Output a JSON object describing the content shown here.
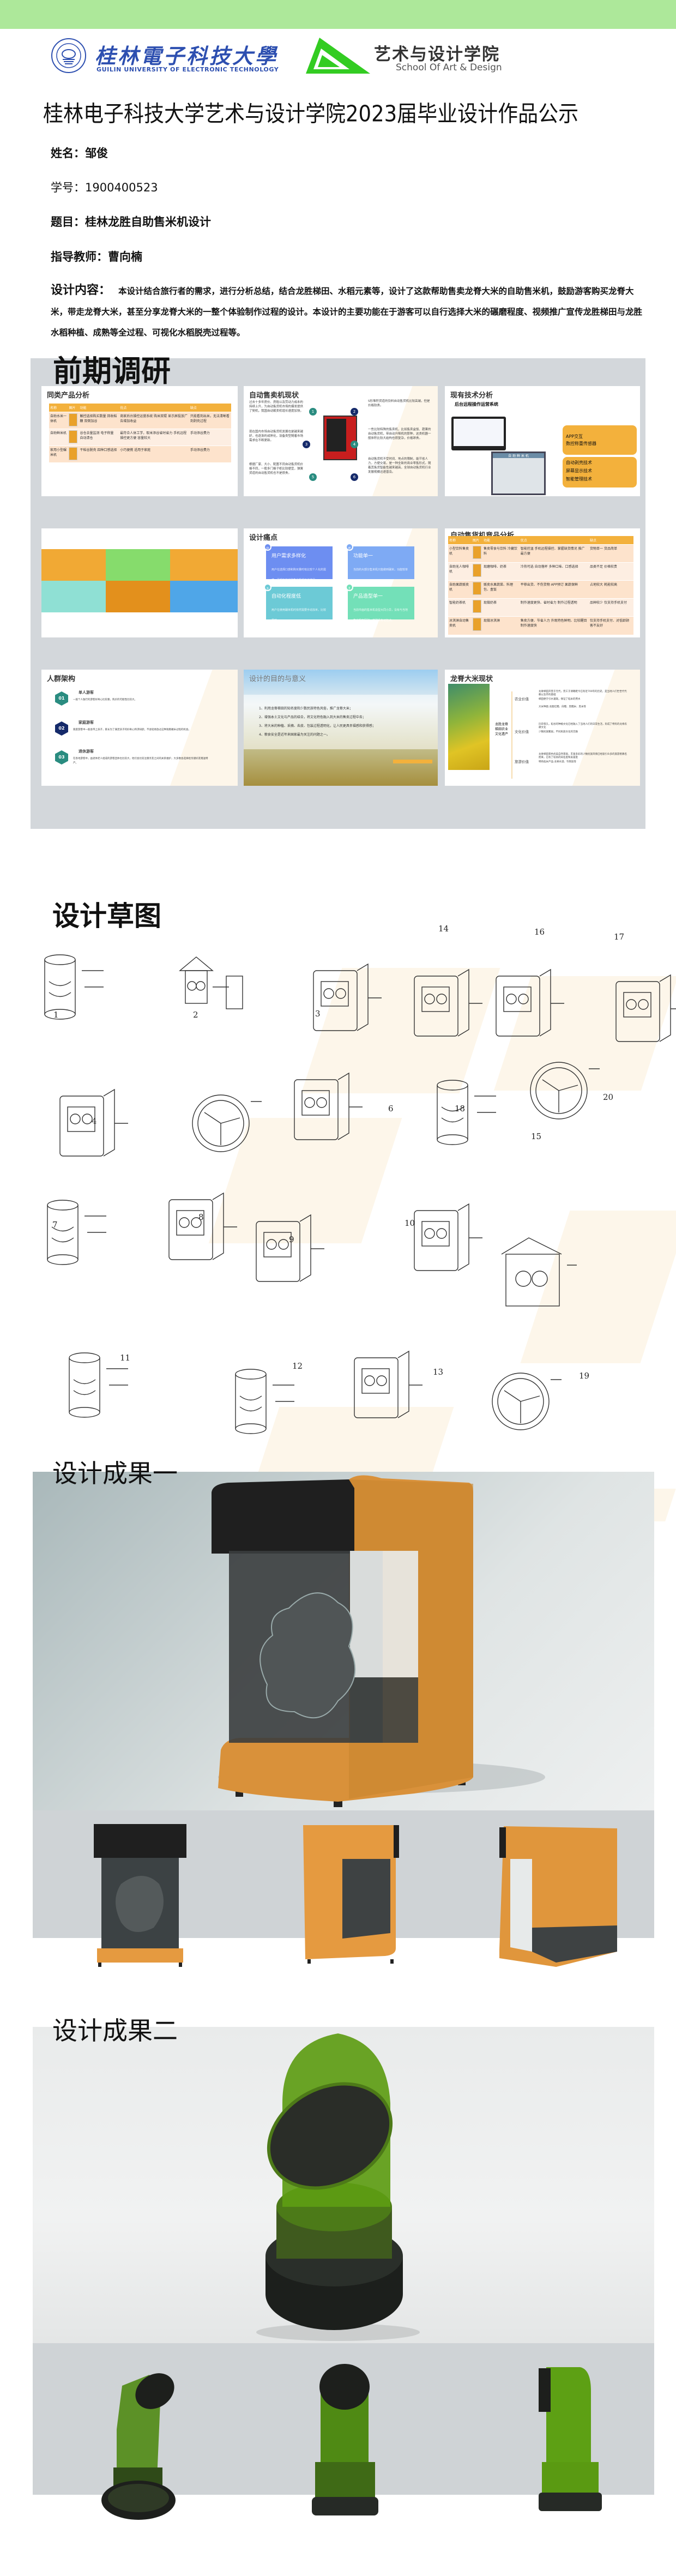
{
  "header": {
    "university_cn": "桂林電子科技大學",
    "university_en": "GUILIN UNIVERSITY OF ELECTRONIC TECHNOLOGY",
    "school_cn": "艺术与设计学院",
    "school_en": "School Of Art & Design",
    "title": "桂林电子科技大学艺术与设计学院2023届毕业设计作品公示"
  },
  "info": {
    "name": "姓名：邹俊",
    "student_id": "学号：1900400523",
    "topic": "题目：桂林龙胜自助售米机设计",
    "advisor": "指导教师：曹向楠",
    "content_label": "设计内容：",
    "content_text": "本设计结合旅行者的需求，进行分析总结，结合龙胜梯田、水稻元素等，设计了这款帮助售卖龙脊大米的自助售米机，鼓励游客购买龙脊大米，带走龙脊大米，甚至分享龙脊大米的一整个体验制作过程的设计。本设计的主要功能在于游客可以自行选择大米的碾磨程度、视频推广宣传龙胜梯田与龙胜水稻种植、成熟等全过程、可视化水稻脱壳过程等。"
  },
  "research": {
    "heading": "前期调研",
    "similar": {
      "title": "同类产品分析",
      "headers": [
        "名称",
        "图片",
        "功能",
        "优点",
        "缺点"
      ],
      "rows": [
        [
          "自助水米一体机",
          "",
          "触控选择购买数量 回收稻糠 双倒加谷",
          "商家后台操控运营系统 购米双辊 显示屏投放广告增加收益",
          "只能看到出米，无法清晰看到剥壳过程"
        ],
        [
          "自助鲜米机",
          "",
          "谷仓余量监测 电子称量 自动清仓",
          "最符合人体工学，取米添谷省时省力 手机远程操控更方便 容量较大",
          "手动添谷费力"
        ],
        [
          "家用小型碾米机",
          "",
          "干稻谷脱壳 四种口感选择",
          "小巧便携 适用于家庭",
          "手动添谷费力"
        ]
      ]
    },
    "vending": {
      "title": "自动售卖机现状",
      "points": [
        {
          "n": "1",
          "text": "过去十多年房价、房租以及劳动力成本的持续上升，为自动售货机市场的爆发提供了契机，我国自动贩卖机增长速度加快。"
        },
        {
          "n": "2",
          "text": "S形堆积货道的饮料自动售货机比较高端，但是价格较贵。"
        },
        {
          "n": "3",
          "text": "现在国内市场自动售货机发展也是越来越好，也逐渐的成熟化，设备类型随着市场需求在不断更新。"
        },
        {
          "n": "4",
          "text": "一些比较特殊的售卖机，比如售卖盒饭、蔬果的自动售货机，带自动升降机的那种，这类机器一般体积比较大结构也很复杂，价格昂贵。"
        },
        {
          "n": "5",
          "text": "根据厂家、大小、配置不同自动售货机价格不同，一般多门格子柜比较便宜，弹簧货道的自动售货机也不是很贵。"
        },
        {
          "n": "6",
          "text": "自动售货机不受时间、地点的限制，能节省人力，方便交易，是一种全新的商业零售形式。随着其售货智能性越来越高，全球自动售货机行业发展规模迅速普及。"
        }
      ]
    },
    "tech": {
      "title": "现有技术分析",
      "subtitle": "后台远程操作运营系统",
      "box1": [
        "APP交互",
        "数控称重传感器"
      ],
      "box2": [
        "自动剥壳技术",
        "屏幕显示技术",
        "智能管理技术"
      ],
      "kiosk_label": "自 助 鲜 米 机"
    },
    "pain": {
      "title": "设计痛点",
      "cards": [
        {
          "badge": "p",
          "title": "用户需求多样化",
          "text": "用户在选择口感和购买量时有比较个人化的需求，而现有的自助售米机却无法满足。"
        },
        {
          "badge": "e",
          "title": "功能单一",
          "text": "当前的大部分售米机只能做到碾米，功能较单一。"
        },
        {
          "badge": "s",
          "title": "自动化程度低",
          "text": "用户在使用碾米机时依然需要手动加米，比较费劲。"
        },
        {
          "badge": "t",
          "title": "产品造型单一",
          "text": "当前市面的售米机造型大同小异，没有与当地售米机有区别，造型没有记忆点。"
        }
      ]
    },
    "competitor": {
      "title": "自动售货机竞品分析",
      "headers": [
        "名称",
        "图片",
        "功能",
        "优点",
        "缺点"
      ],
      "rows": [
        [
          "小型饮料售卖机",
          "",
          "售卖零食与饮料 冷藏饮料",
          "智能控温 手机远程操控、掌握缺货情况 推广最方便",
          "货物单一 货品简单"
        ],
        [
          "自助无人咖啡机",
          "",
          "现磨咖啡、奶茶",
          "冷热可选 自动落杯 多种口味、口感选择",
          "品类不足 价格较贵"
        ],
        [
          "自助果蔬贩卖机",
          "",
          "贩卖水果蔬菜、料理包、盒饭",
          "平移出货、不伤货物 APP预订 果蔬保鲜",
          "占地较大 耗能较高"
        ],
        [
          "智能奶茶机",
          "",
          "现做奶茶",
          "制作速度更快、省时省力 制作过程透明",
          "品种较少 仅支持手机支付"
        ],
        [
          "冰淇淋自动售卖机",
          "",
          "现做冰淇淋",
          "售卖方便、节省人力 外观特色鲜明、比较醒目 制作速度快",
          "仅支持手机支付、对低龄顾客不友好"
        ]
      ]
    },
    "crowd": {
      "title": "人群架构",
      "items": [
        {
          "n": "01",
          "title": "单人游客",
          "text": "一般个人独行的游客好奇心比较重，购买的可能性比较大。"
        },
        {
          "n": "02",
          "title": "家庭游客",
          "text": "家庭游客中一般会带上孩子，家长为了满足孩子的好奇心和求知欲，不会轻易放过这种观看碾米过程的机会。"
        },
        {
          "n": "03",
          "title": "退休游客",
          "text": "在各地游客中，由退休老人组成的游客团体也比较大，他们会比较注重亲友之间的关系维护，大多数会选择给亲朋好友赠送特产。"
        }
      ]
    },
    "purpose": {
      "title": "设计的目的与意义",
      "items": [
        "1、利用龙脊梯田的知名度和少数民族特色风俗，推广龙脊大米；",
        "2、增强本土文化与产品的结合，将文化特色融入到大米的售卖过程中去；",
        "3、将大米的种植、采摘、去皮、包装过程透明化，让人民更具幸福感和获得感；",
        "4、粮食安全是近年来国家最为关注的问题之一。"
      ]
    },
    "longji": {
      "title": "龙脊大米现状",
      "root": "龙胜龙脊梯田农业文化遗产",
      "branches": [
        {
          "label": "农业价值",
          "notes": [
            "龙脊梯田开垦于元代，完工于清朝距今已有近700年的历史，是当地人们世世代代赖以生存的基础",
            "梯田便于引水灌溉，保证了稻米的用水",
            "大米种类:龙胜红糯、白糯、黑糯米、黑米等"
          ]
        },
        {
          "label": "文化价值",
          "notes": [
            "历史悠久，稻谷的种植文化已经融入了当地人们的日常生活，形成了特有的龙脊农耕文化",
            "少数民族聚居，不同民族文化的交融"
          ]
        },
        {
          "label": "旅游价值",
          "notes": [
            "龙脊梯田景色优美自然景观，丰富多彩的少数民族风情已经吸引众多的旅游者慕名而来，已有了较高的知名度和美誉度",
            "特色稻米产品:龙脊水酒、竹筒饭等"
          ]
        }
      ]
    }
  },
  "sketches": {
    "heading": "设计草图",
    "numbers": [
      "1",
      "2",
      "3",
      "14",
      "16",
      "17",
      "4",
      "6",
      "18",
      "20",
      "15",
      "7",
      "8",
      "9",
      "10",
      "11",
      "12",
      "13",
      "19"
    ]
  },
  "result1": {
    "heading": "设计成果一"
  },
  "result2": {
    "heading": "设计成果二"
  },
  "colors": {
    "green_bar": "#ade89a",
    "univ_blue": "#2d4fb0",
    "art_green": "#33cc22",
    "orange": "#f3b13c",
    "machine_orange": "#e59a40",
    "tube_green": "#5a9a12"
  }
}
